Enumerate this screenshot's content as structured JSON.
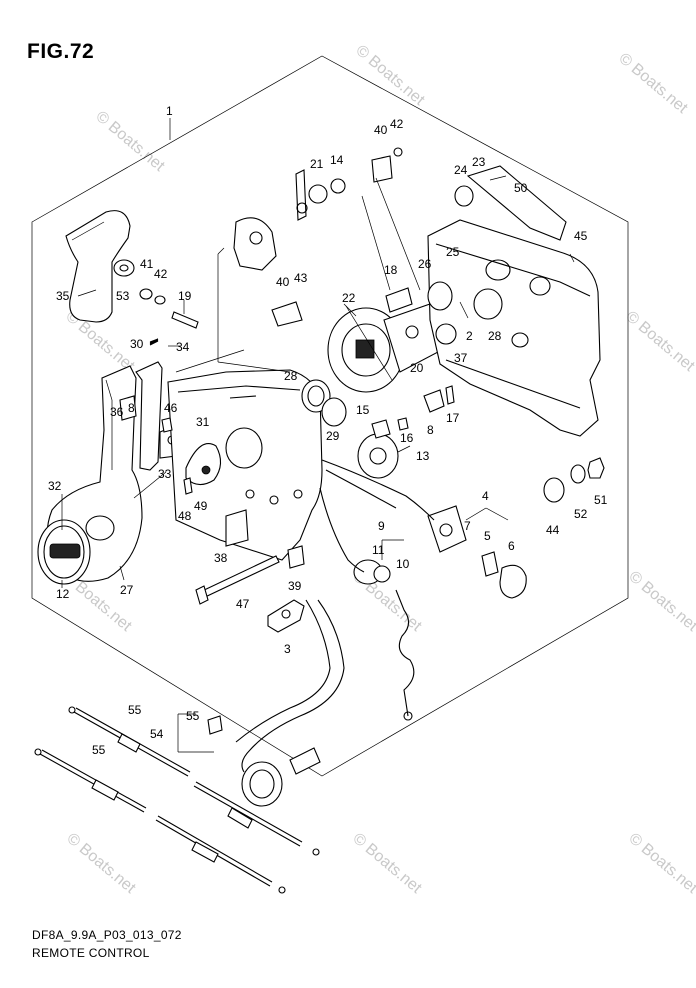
{
  "figure": {
    "title": "FIG.72",
    "code": "DF8A_9.9A_P03_013_072",
    "name": "REMOTE CONTROL"
  },
  "watermark": "© Boats.net",
  "callouts": [
    "1",
    "2",
    "3",
    "4",
    "5",
    "6",
    "7",
    "8",
    "8",
    "9",
    "10",
    "11",
    "12",
    "13",
    "14",
    "15",
    "16",
    "17",
    "18",
    "19",
    "20",
    "21",
    "22",
    "23",
    "24",
    "25",
    "26",
    "27",
    "28",
    "28",
    "29",
    "30",
    "31",
    "32",
    "33",
    "34",
    "35",
    "36",
    "37",
    "38",
    "39",
    "40",
    "40",
    "41",
    "42",
    "42",
    "43",
    "44",
    "45",
    "46",
    "47",
    "48",
    "49",
    "50",
    "51",
    "52",
    "53",
    "54",
    "55",
    "55"
  ]
}
